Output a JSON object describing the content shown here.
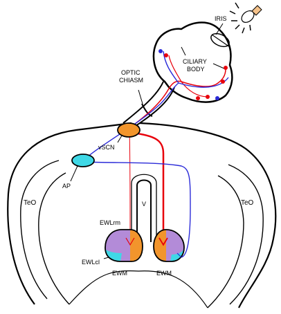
{
  "labels": {
    "iris": "IRIS",
    "ciliary_line1": "CILIARY",
    "ciliary_line2": "BODY",
    "chiasm_line1": "OPTIC",
    "chiasm_line2": "CHIASM",
    "vscn": "vSCN",
    "ap": "AP",
    "teo_left": "TeO",
    "teo_right": "TeO",
    "ventricle": "V",
    "ewlrm": "EWLrm",
    "ewlcl": "EWLcl",
    "ewm_left": "EWM",
    "ewm_right": "EWM"
  },
  "colors": {
    "outline": "#000000",
    "pathway_red": "#e8000b",
    "pathway_blue": "#2a2ad8",
    "vscn_fill": "#f2952c",
    "ap_fill": "#3fd8e6",
    "ewm_fill": "#f2952c",
    "ewlrm_fill": "#b38bd8",
    "ewlcl_fill": "#3fd8e6",
    "lamp_glow": "#f5c28a"
  },
  "icons": {
    "light_source": "lightbulb-icon"
  }
}
